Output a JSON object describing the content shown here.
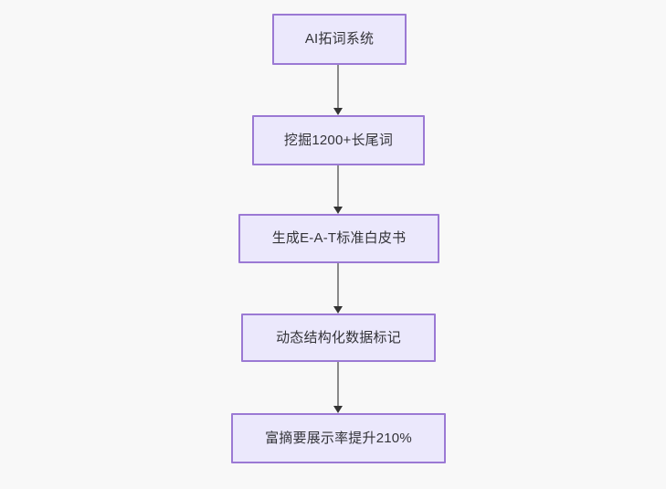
{
  "diagram": {
    "type": "flowchart",
    "direction": "top-to-bottom",
    "background_color": "#f8f8f8",
    "node_fill_color": "#ebe8fc",
    "node_border_color": "#9b79d4",
    "node_text_color": "#333338",
    "edge_line_color": "#8a8a8a",
    "edge_arrow_color": "#333333",
    "nodes": [
      {
        "id": "n1",
        "label": "AI拓词系统"
      },
      {
        "id": "n2",
        "label": "挖掘1200+长尾词"
      },
      {
        "id": "n3",
        "label": "生成E-A-T标准白皮书"
      },
      {
        "id": "n4",
        "label": "动态结构化数据标记"
      },
      {
        "id": "n5",
        "label": "富摘要展示率提升210%"
      }
    ],
    "edges": [
      {
        "id": "e1",
        "from": "n1",
        "to": "n2",
        "label": ""
      },
      {
        "id": "e2",
        "from": "n2",
        "to": "n3",
        "label": ""
      },
      {
        "id": "e3",
        "from": "n3",
        "to": "n4",
        "label": ""
      },
      {
        "id": "e4",
        "from": "n4",
        "to": "n5",
        "label": ""
      }
    ]
  }
}
